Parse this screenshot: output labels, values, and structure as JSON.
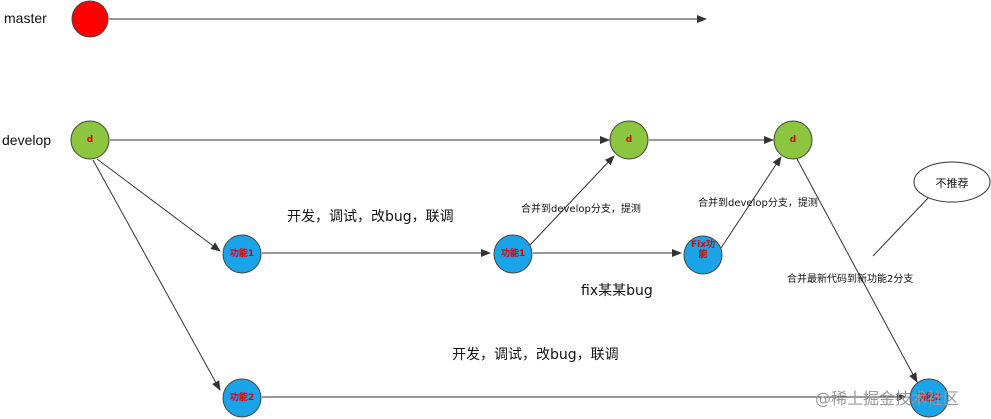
{
  "branches": {
    "master": "master",
    "develop": "develop"
  },
  "nodes": {
    "develop_1": "d",
    "develop_2": "d",
    "develop_3": "d",
    "feature1_start": "功能1",
    "feature1_end": "功能1",
    "fix_feature": "Fix功能",
    "feature2_start": "功能2",
    "feature2_end": "功能2"
  },
  "annotations": {
    "dev_task_1": "开发，调试，改bug，联调",
    "merge_test_1": "合并到develop分支，提测",
    "merge_test_2": "合并到develop分支，提测",
    "fix_bug": "fix某某bug",
    "merge_latest": "合并最新代码到新功能2分支",
    "dev_task_2": "开发，调试，改bug，联调",
    "not_recommended": "不推荐"
  },
  "watermark": "@稀土掘金技术社区",
  "colors": {
    "master_node": "#ff0000",
    "develop_node": "#8cc63f",
    "feature_node": "#1aa3e8",
    "line": "#333333"
  }
}
